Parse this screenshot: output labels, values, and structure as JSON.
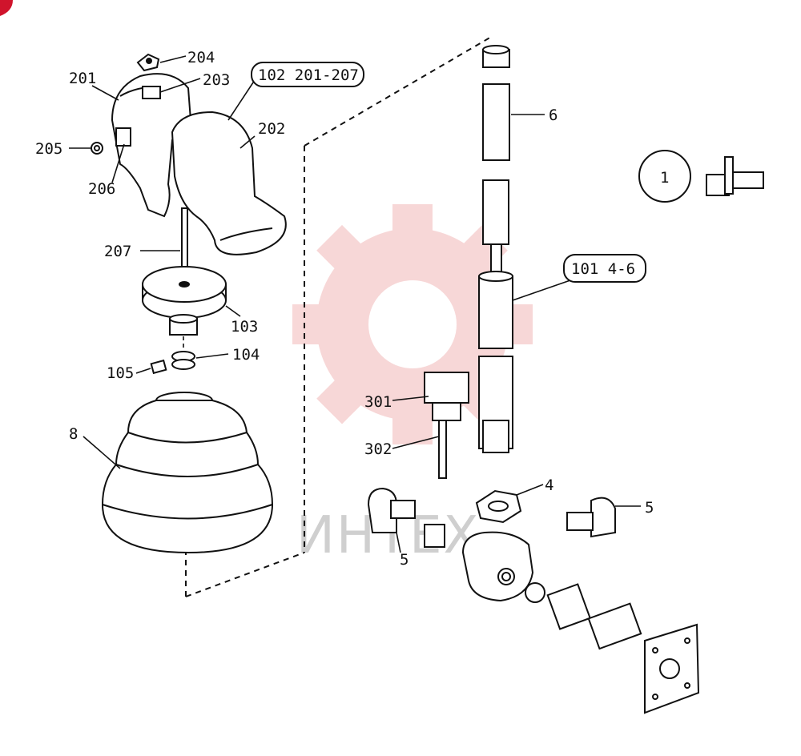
{
  "diagram": {
    "type": "exploded-parts-diagram",
    "watermark_text": "ИНТЕХ",
    "colors": {
      "line": "#111111",
      "watermark": "#f2b8b8",
      "corner_badge": "#d0142c"
    },
    "callouts": [
      {
        "id": "c204",
        "text": "204"
      },
      {
        "id": "c201",
        "text": "201"
      },
      {
        "id": "c203",
        "text": "203"
      },
      {
        "id": "c102",
        "text": "102 201-207",
        "boxed": true
      },
      {
        "id": "c202",
        "text": "202"
      },
      {
        "id": "c205",
        "text": "205"
      },
      {
        "id": "c206",
        "text": "206"
      },
      {
        "id": "c207",
        "text": "207"
      },
      {
        "id": "c103",
        "text": "103"
      },
      {
        "id": "c104",
        "text": "104"
      },
      {
        "id": "c105",
        "text": "105"
      },
      {
        "id": "c8",
        "text": "8"
      },
      {
        "id": "c6",
        "text": "6"
      },
      {
        "id": "c1",
        "text": "1",
        "circled": true
      },
      {
        "id": "c101",
        "text": "101 4-6",
        "boxed": true
      },
      {
        "id": "c301",
        "text": "301"
      },
      {
        "id": "c302",
        "text": "302"
      },
      {
        "id": "c4",
        "text": "4"
      },
      {
        "id": "c5r",
        "text": "5"
      },
      {
        "id": "c5l",
        "text": "5"
      }
    ]
  }
}
